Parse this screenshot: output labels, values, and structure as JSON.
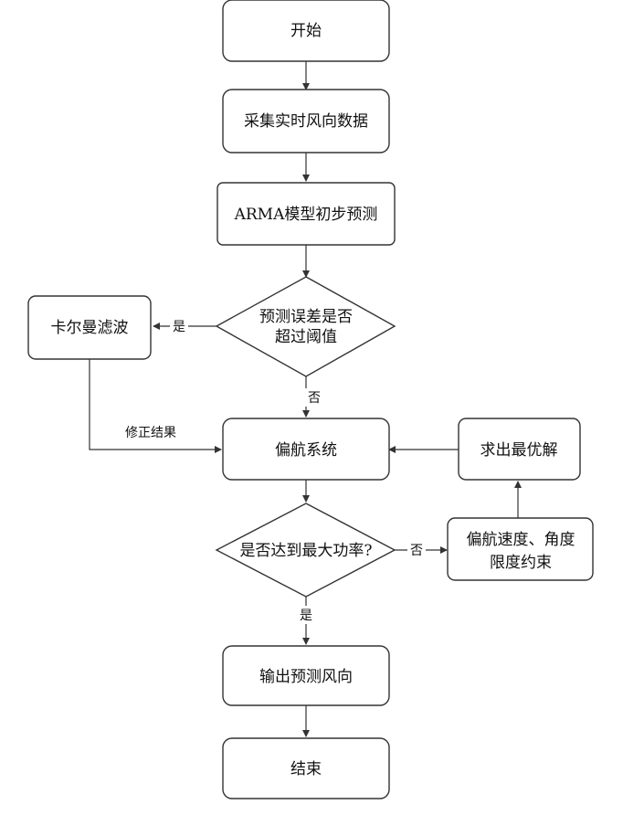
{
  "nodes": {
    "start": "开始",
    "collect": "采集实时风向数据",
    "arma": "ARMA模型初步预测",
    "decision1_line1": "预测误差是否",
    "decision1_line2": "超过阈值",
    "kalman": "卡尔曼滤波",
    "yaw": "偏航系统",
    "optimal": "求出最优解",
    "decision2": "是否达到最大功率?",
    "constraint_line1": "偏航速度、角度",
    "constraint_line2": "限度约束",
    "output": "输出预测风向",
    "end": "结束"
  },
  "edges": {
    "d1_yes": "是",
    "d1_no": "否",
    "correction": "修正结果",
    "d2_no": "否",
    "d2_yes": "是"
  }
}
